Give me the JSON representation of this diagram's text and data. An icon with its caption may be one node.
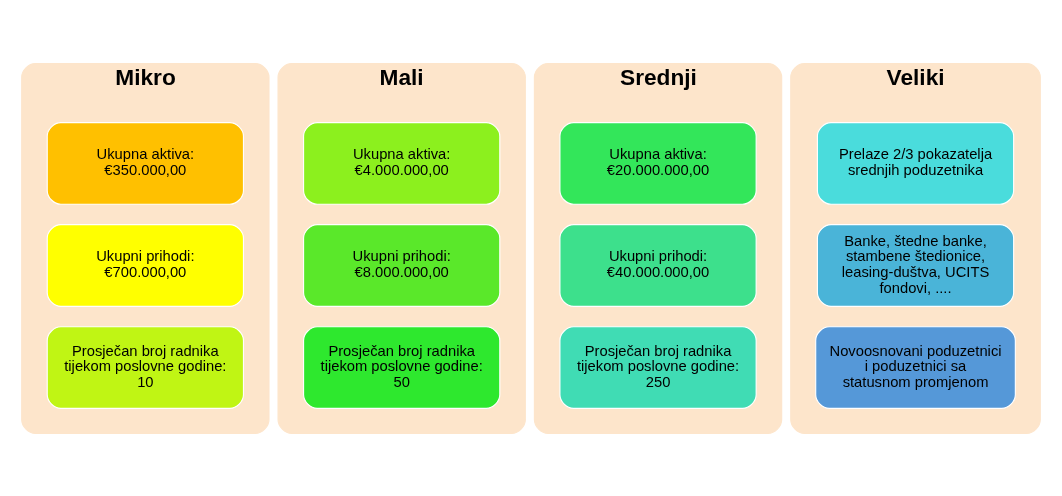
{
  "diagram": {
    "nodes": [
      {
        "text": [
          "Mikro"
        ]
      },
      {
        "text": [
          "Ukupna aktiva: €350.000,00"
        ],
        "in": 0
      },
      {
        "text": [
          "Ukupni prihodi: €700.000,00"
        ],
        "in": 0
      },
      {
        "text": [
          "Prosječan broj radnika tijekom poslovne godine: 10"
        ],
        "in": 0
      },
      {
        "text": [
          "Mali"
        ]
      },
      {
        "text": [
          "Ukupna aktiva: €4.000.000,00"
        ],
        "in": 4
      },
      {
        "text": [
          "Ukupni prihodi: €8.000.000,00"
        ],
        "in": 4
      },
      {
        "text": [
          "Prosječan broj radnika tijekom poslovne godine: 50"
        ],
        "in": 4
      },
      {
        "text": [
          "Srednji"
        ]
      },
      {
        "text": [
          "Ukupna aktiva: €20.000.000,00"
        ],
        "in": 8
      },
      {
        "text": [
          "Ukupni prihodi: €40.000.000,00"
        ],
        "in": 8
      },
      {
        "text": [
          "Prosječan broj radnika tijekom poslovne godine: 250"
        ],
        "in": 8
      },
      {
        "text": [
          "Veliki"
        ]
      },
      {
        "text": [
          "Prelaze 2/3 pokazatelja srednjih poduzetnika"
        ],
        "in": 12
      },
      {
        "text": [
          "Banke, štedne banke, stambene štedionice, leasing-duštva, UCITS fondovi, ...."
        ],
        "in": 12
      },
      {
        "text": [
          "Novoosnovani poduzetnici i poduzetnici sa statusnom promjenom"
        ],
        "in": 12
      }
    ]
  }
}
